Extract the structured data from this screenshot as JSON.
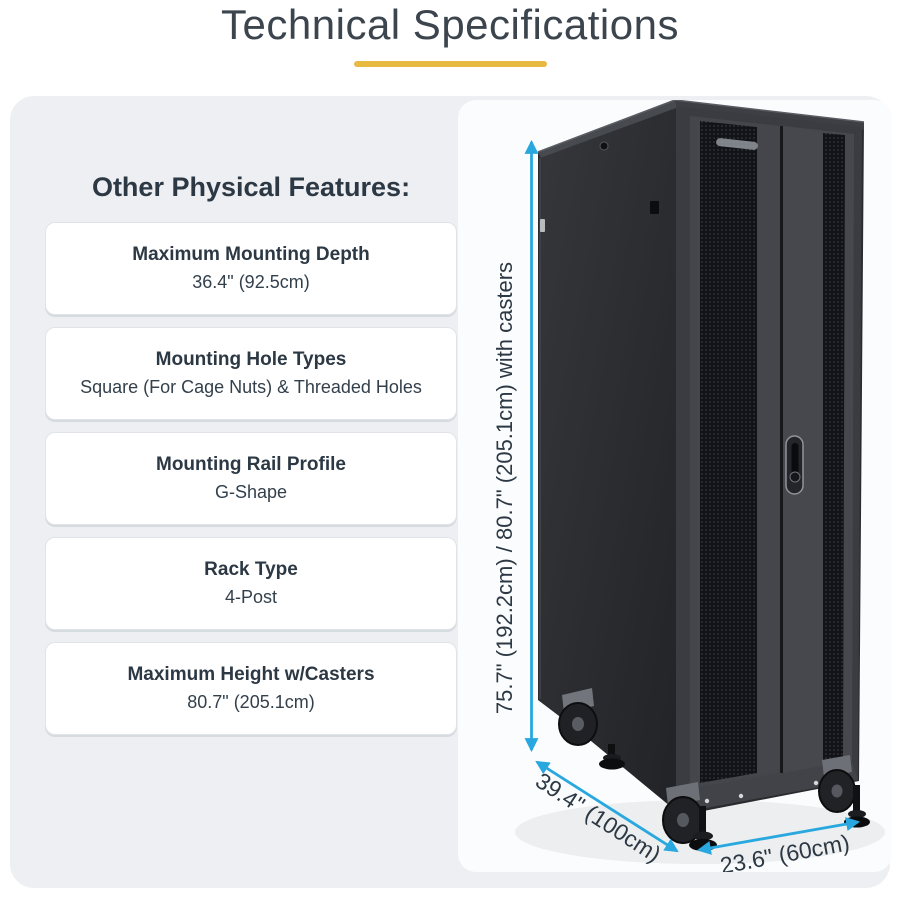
{
  "page": {
    "title": "Technical Specifications"
  },
  "left": {
    "heading": "Other Physical Features:",
    "specs": [
      {
        "label": "Maximum Mounting Depth",
        "value": "36.4\" (92.5cm)"
      },
      {
        "label": "Mounting Hole Types",
        "value": "Square (For Cage Nuts) & Threaded Holes"
      },
      {
        "label": "Mounting Rail Profile",
        "value": "G-Shape"
      },
      {
        "label": "Rack Type",
        "value": "4-Post"
      },
      {
        "label": "Maximum Height w/Casters",
        "value": "80.7\" (205.1cm)"
      }
    ]
  },
  "diagram": {
    "subject": "server-rack-cabinet",
    "height_label": "75.7\" (192.2cm) / 80.7\" (205.1cm) with casters",
    "depth_label": "39.4\" (100cm)",
    "width_label": "23.6\" (60cm)"
  },
  "colors": {
    "accent_underline": "#E8BA42",
    "dimension_arrow": "#29A8DF",
    "text_dark": "#2C3844",
    "panel_gray": "#EDEFF2",
    "panel_white": "#FBFCFD"
  }
}
